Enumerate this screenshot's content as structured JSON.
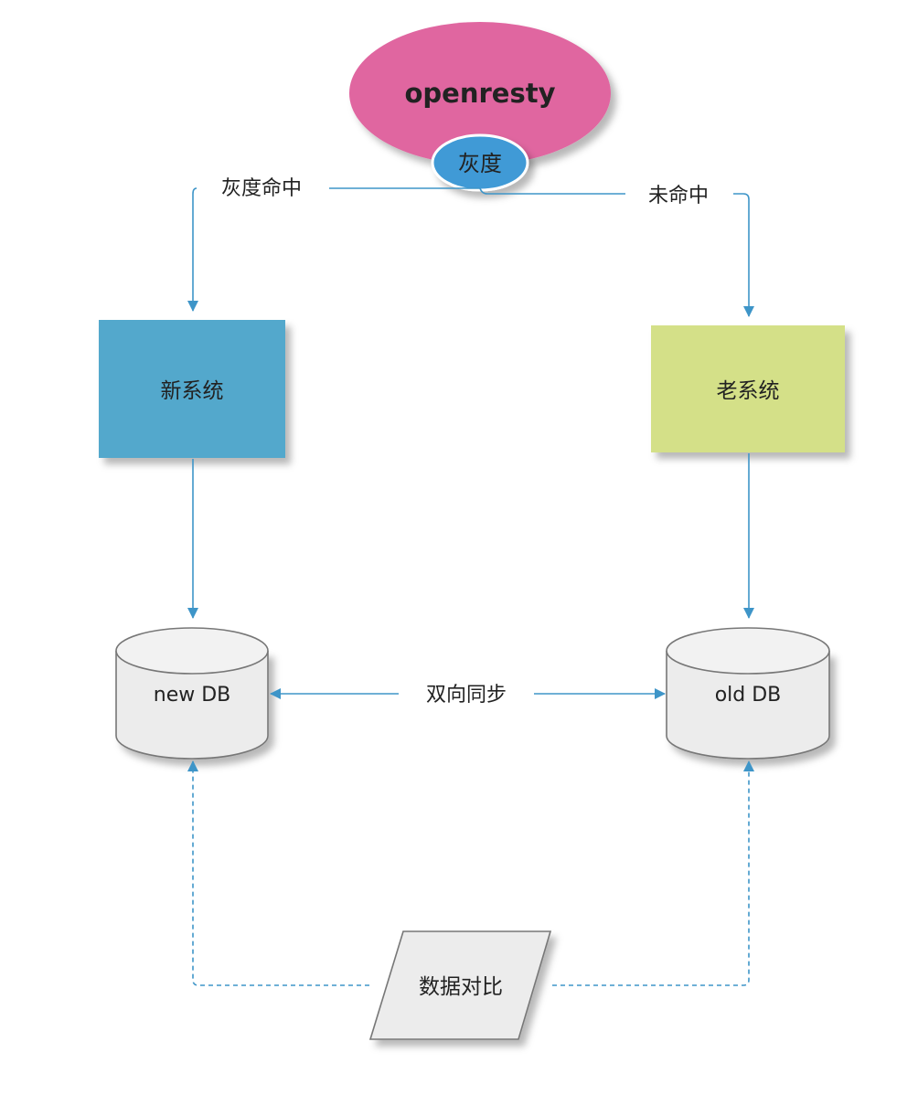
{
  "nodes": {
    "gateway": "openresty",
    "gray_badge": "灰度",
    "new_system": "新系统",
    "old_system": "老系统",
    "new_db": "new DB",
    "old_db": "old DB",
    "data_compare": "数据对比"
  },
  "edges": {
    "gray_hit": "灰度命中",
    "gray_miss": "未命中",
    "bidirectional_sync": "双向同步"
  },
  "colors": {
    "gateway_fill": "#e066a0",
    "badge_fill": "#3f9ad6",
    "new_system_fill": "#53a8cc",
    "old_system_fill": "#d4e088",
    "db_fill": "#ececec",
    "arrow": "#3e95c8"
  }
}
